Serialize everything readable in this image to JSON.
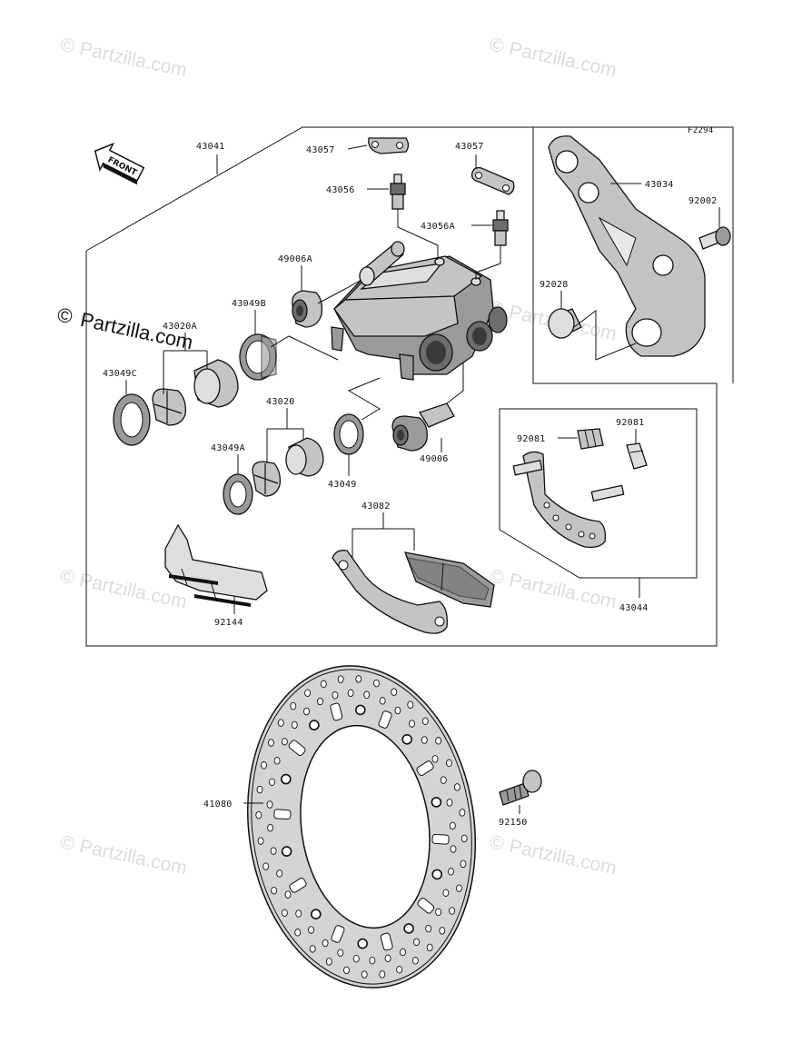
{
  "figure_code": "F2294",
  "front_label": "FRONT",
  "watermark": "Partzilla.com",
  "watermark_big": "Partzilla.com",
  "copyright_symbol": "©",
  "parts": {
    "p43041": "43041",
    "p43057a": "43057",
    "p43057b": "43057",
    "p43056": "43056",
    "p43056A": "43056A",
    "p49006A": "49006A",
    "p43049B": "43049B",
    "p43020A": "43020A",
    "p43049C": "43049C",
    "p43020": "43020",
    "p43049A": "43049A",
    "p43049": "43049",
    "p49006": "49006",
    "p43082": "43082",
    "p92144": "92144",
    "p43034": "43034",
    "p92002": "92002",
    "p92028": "92028",
    "p92081a": "92081",
    "p92081b": "92081",
    "p43044": "43044",
    "p41080": "41080",
    "p92150": "92150"
  }
}
